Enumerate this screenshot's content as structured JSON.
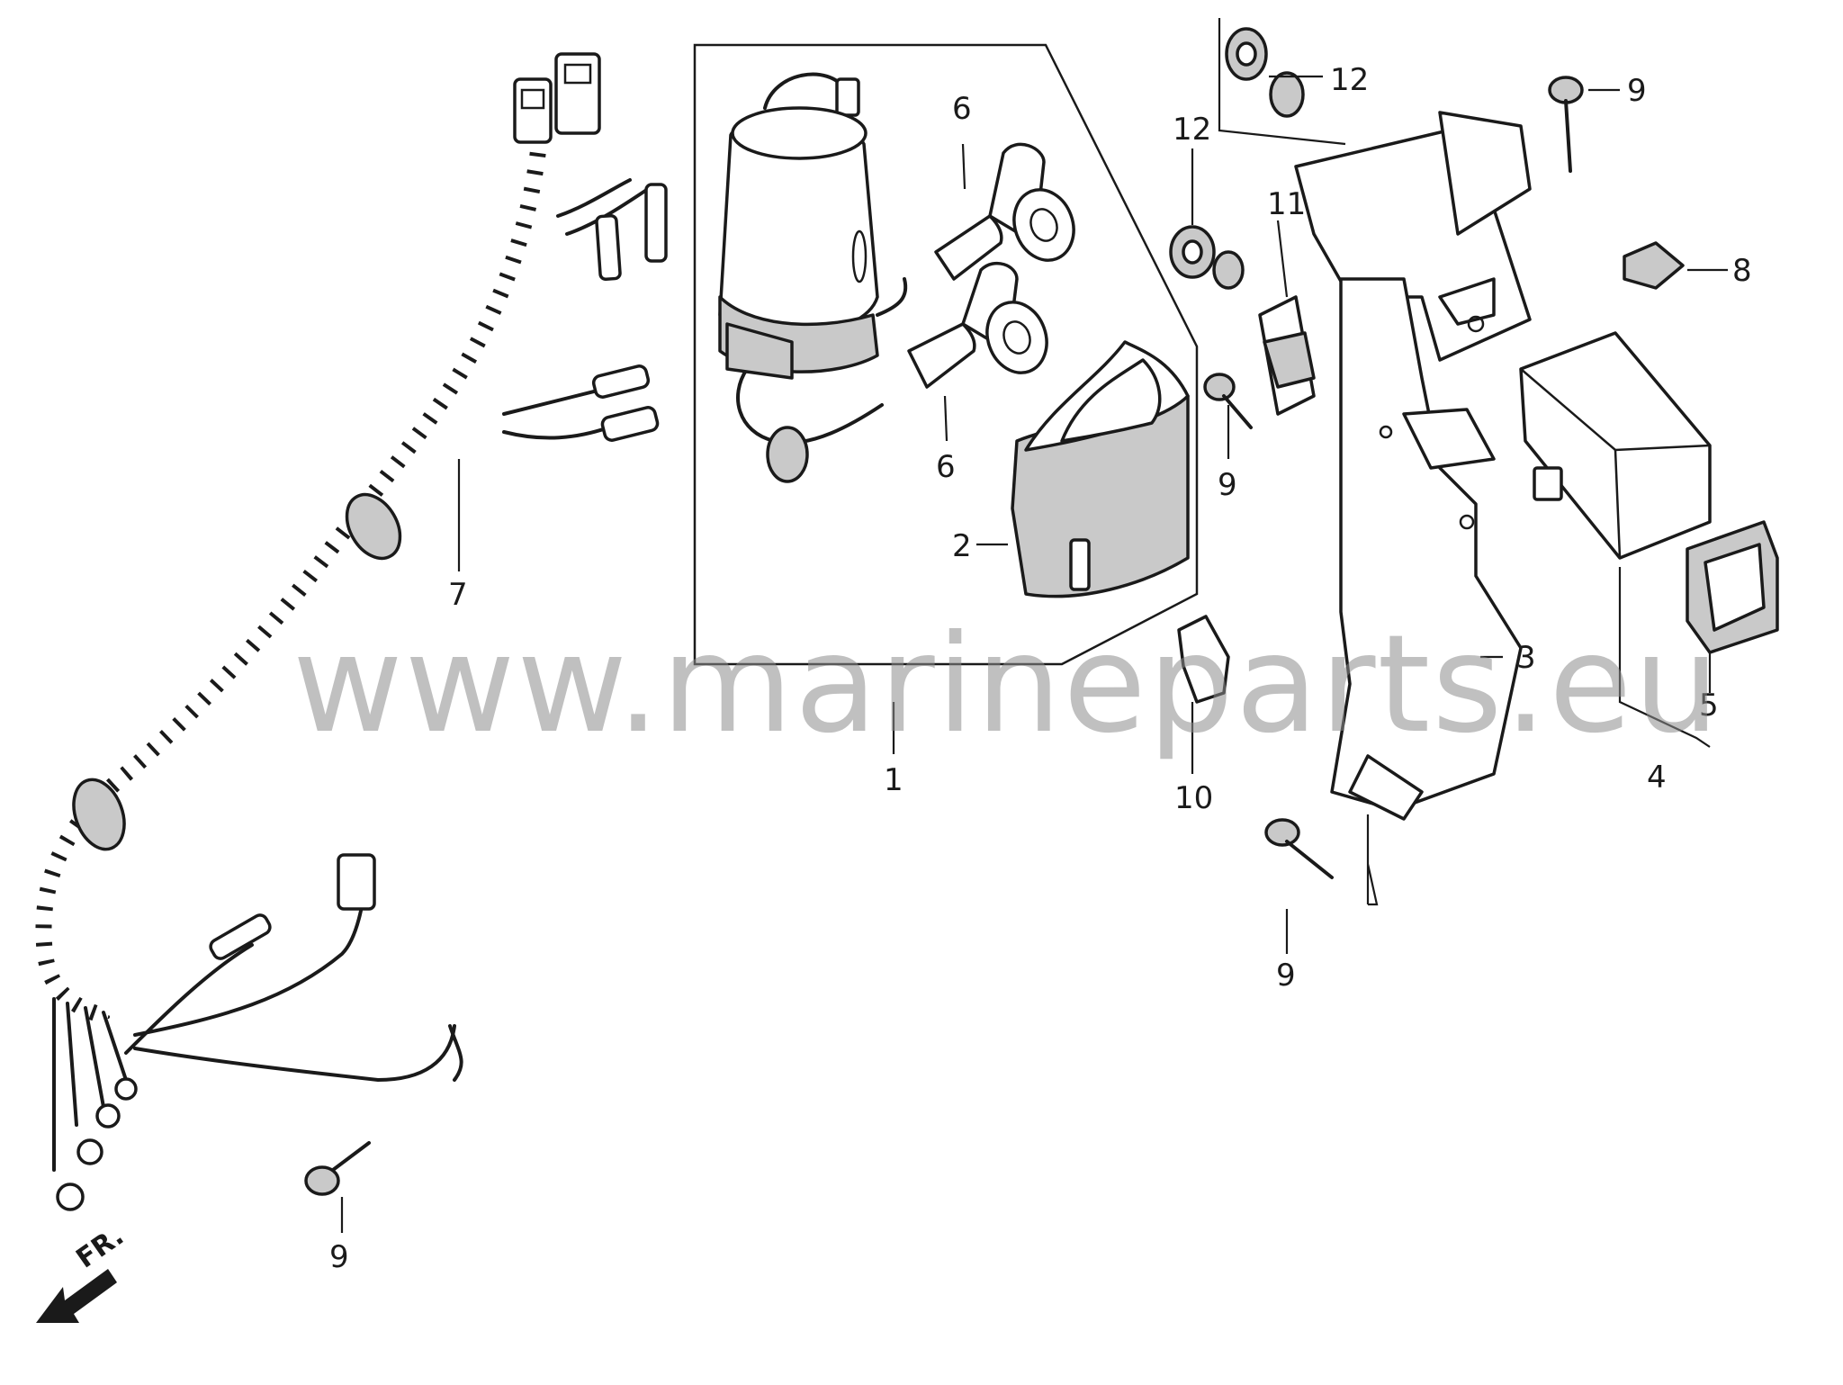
{
  "callouts": {
    "c1": "1",
    "c2": "2",
    "c3": "3",
    "c4": "4",
    "c5": "5",
    "c6a": "6",
    "c6b": "6",
    "c7": "7",
    "c8": "8",
    "c9a": "9",
    "c9b": "9",
    "c9c": "9",
    "c9d": "9",
    "c10": "10",
    "c11": "11",
    "c12a": "12",
    "c12b": "12"
  },
  "front_indicator": "FR.",
  "watermark": "www.marineparts.eu",
  "icons": {
    "front_arrow": "front-direction-arrow-icon"
  }
}
